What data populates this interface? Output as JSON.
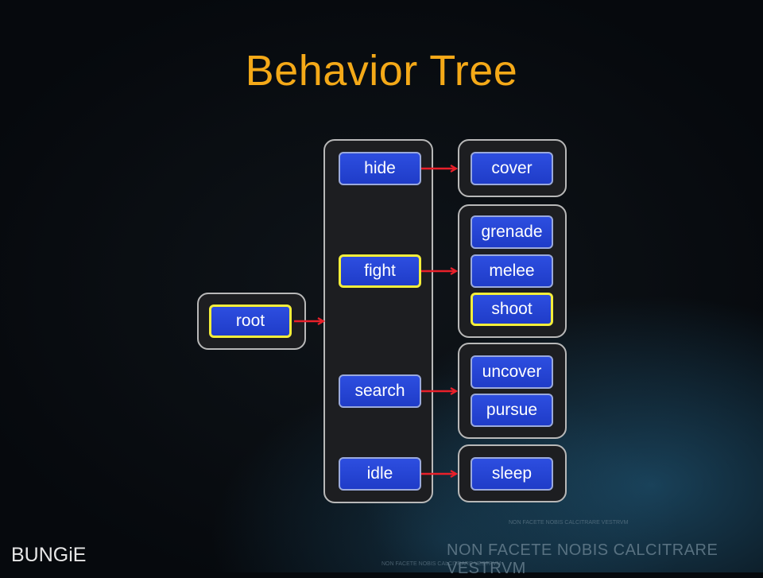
{
  "title": "Behavior Tree",
  "nodes": {
    "root": "root",
    "hide": "hide",
    "fight": "fight",
    "search": "search",
    "idle": "idle",
    "cover": "cover",
    "grenade": "grenade",
    "melee": "melee",
    "shoot": "shoot",
    "uncover": "uncover",
    "pursue": "pursue",
    "sleep": "sleep"
  },
  "active_nodes": [
    "root",
    "fight",
    "shoot"
  ],
  "edges": [
    [
      "root",
      "children_group"
    ],
    [
      "hide",
      "cover_group"
    ],
    [
      "fight",
      "fight_group"
    ],
    [
      "search",
      "search_group"
    ],
    [
      "idle",
      "sleep_group"
    ]
  ],
  "colors": {
    "title": "#f4a918",
    "node_fill": "#2543d4",
    "active_border": "#f4ee3a",
    "arrow": "#e8202a"
  },
  "footer": {
    "motto": "NON FACETE NOBIS CALCITRARE VESTRVM",
    "logo": "BUNGiE"
  }
}
